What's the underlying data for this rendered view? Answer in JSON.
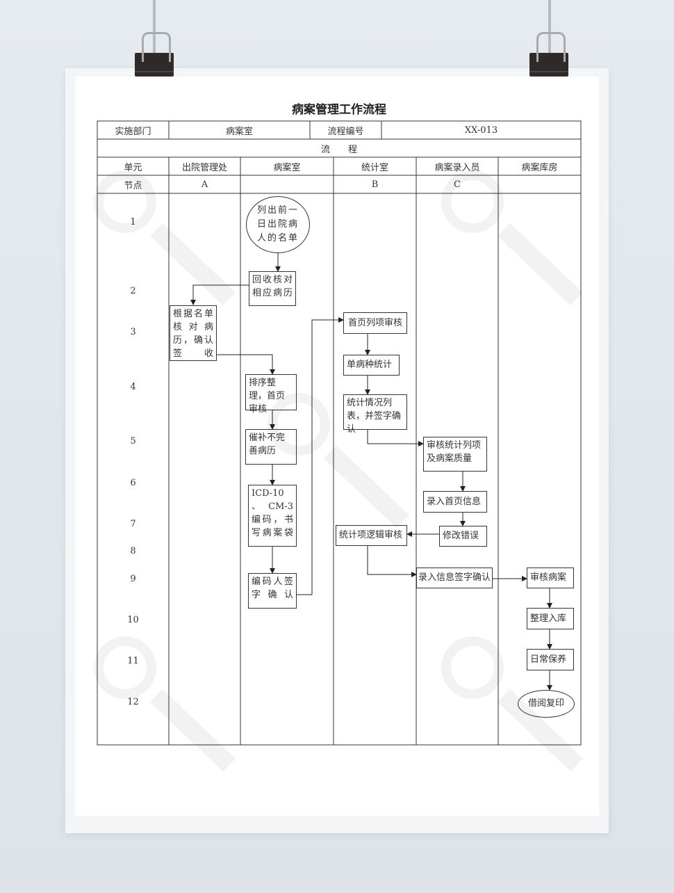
{
  "title": "病案管理工作流程",
  "header": {
    "dept_label": "实施部门",
    "dept_value": "病案室",
    "code_label": "流程编号",
    "code_value": "XX-013",
    "flow_label": "流　　程"
  },
  "units": {
    "label": "单元",
    "items": [
      "出院管理处",
      "病案室",
      "统计室",
      "病案录入员",
      "病案库房"
    ]
  },
  "nodes_row": {
    "label": "节点",
    "items": [
      "A",
      "",
      "B",
      "C",
      ""
    ]
  },
  "steps": [
    "1",
    "2",
    "3",
    "4",
    "5",
    "6",
    "7",
    "8",
    "9",
    "10",
    "11",
    "12"
  ],
  "flow": {
    "start": "列出前一日出院病人的名单",
    "recover": "回收核对相应病历",
    "verify": "根据名单核对病历，确认签收",
    "sort": "排序整理，首页审核",
    "urge": "催补不完善病历",
    "icd": "ICD-10 、CM-3 编码，书写病案袋",
    "coder_sign": "编码人签字确认",
    "front_review": "首页列项审核",
    "disease_stat": "单病种统计",
    "stat_list": "统计情况列表，并签字确认",
    "review_quality": "审核统计列项及病案质量",
    "enter_front": "录入首页信息",
    "fix_errors": "修改错误",
    "logic_review": "统计项逻辑审核",
    "enter_sign": "录入信息签字确认",
    "review_case": "审核病案",
    "archive": "整理入库",
    "maintain": "日常保养",
    "lend_copy": "借阅复印"
  },
  "colors": {
    "line": "#333333",
    "paper": "#ffffff",
    "background": "#e2e7eb",
    "clip": "#2f2a29"
  }
}
